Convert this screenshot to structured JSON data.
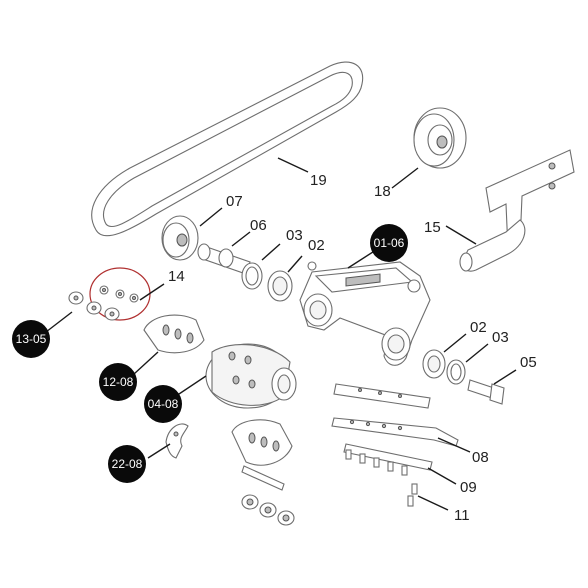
{
  "labels": {
    "l19": "19",
    "l18": "18",
    "l15": "15",
    "l07": "07",
    "l06": "06",
    "l03a": "03",
    "l02a": "02",
    "l14": "14",
    "l02b": "02",
    "l03b": "03",
    "l05": "05",
    "l08": "08",
    "l09": "09",
    "l11": "11"
  },
  "badges": {
    "b0106": "01-06",
    "b1305": "13-05",
    "b1208": "12-08",
    "b0408": "04-08",
    "b2208": "22-08"
  },
  "colors": {
    "highlight_circle": "#b03030",
    "badge_fill": "#0a0a0a",
    "line": "#6e6e6e"
  }
}
